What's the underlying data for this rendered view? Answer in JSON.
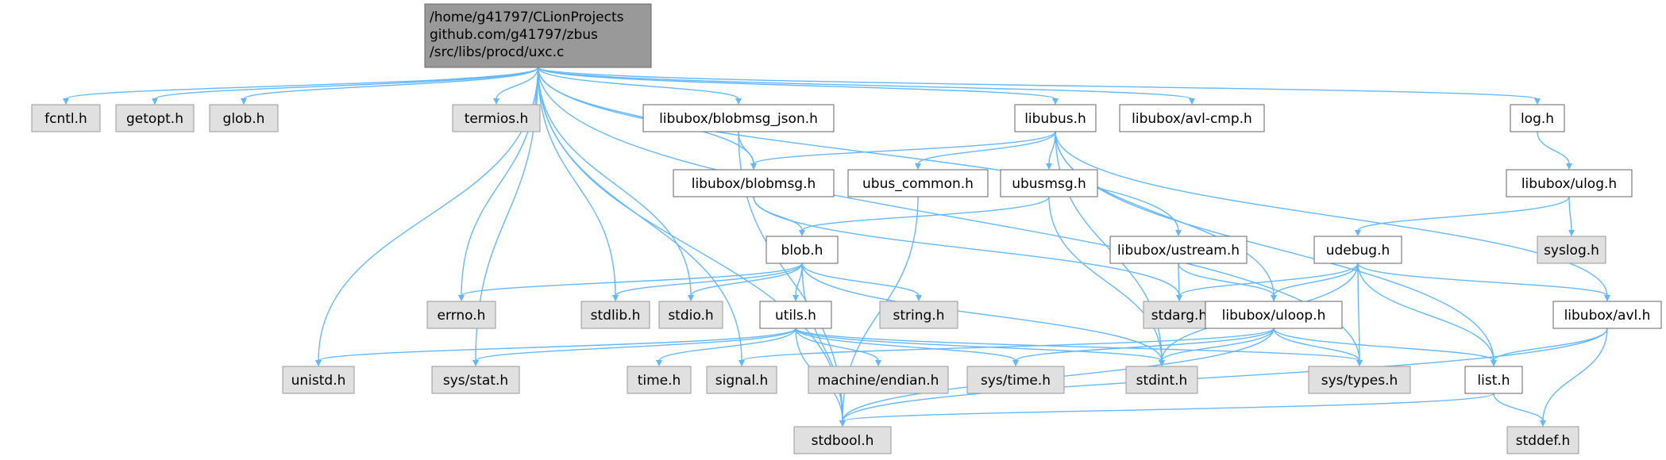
{
  "root": {
    "path_lines": [
      "/home/g41797/CLionProjects",
      "github.com/g41797/zbus",
      "/src/libs/procd/uxc.c"
    ]
  },
  "nodes": {
    "fcntl": "fcntl.h",
    "getopt": "getopt.h",
    "glob": "glob.h",
    "termios": "termios.h",
    "blobmsg_json": "libubox/blobmsg_json.h",
    "libubus": "libubus.h",
    "avl_cmp": "libubox/avl-cmp.h",
    "log": "log.h",
    "blobmsg": "libubox/blobmsg.h",
    "ubus_common": "ubus_common.h",
    "ubusmsg": "ubusmsg.h",
    "ulog": "libubox/ulog.h",
    "blob": "blob.h",
    "ustream": "libubox/ustream.h",
    "udebug": "udebug.h",
    "syslog": "syslog.h",
    "errno": "errno.h",
    "stdlib": "stdlib.h",
    "stdio": "stdio.h",
    "utils": "utils.h",
    "string": "string.h",
    "stdarg": "stdarg.h",
    "uloop": "libubox/uloop.h",
    "avl": "libubox/avl.h",
    "unistd": "unistd.h",
    "sys_stat": "sys/stat.h",
    "time": "time.h",
    "signal": "signal.h",
    "endian": "machine/endian.h",
    "sys_time": "sys/time.h",
    "stdint": "stdint.h",
    "sys_types": "sys/types.h",
    "list": "list.h",
    "stdbool": "stdbool.h",
    "stddef": "stddef.h"
  },
  "colors": {
    "edge": "#63b8ff",
    "root_fill": "#999999",
    "system_header_fill": "#e0e0e0",
    "project_header_fill": "#ffffff"
  }
}
